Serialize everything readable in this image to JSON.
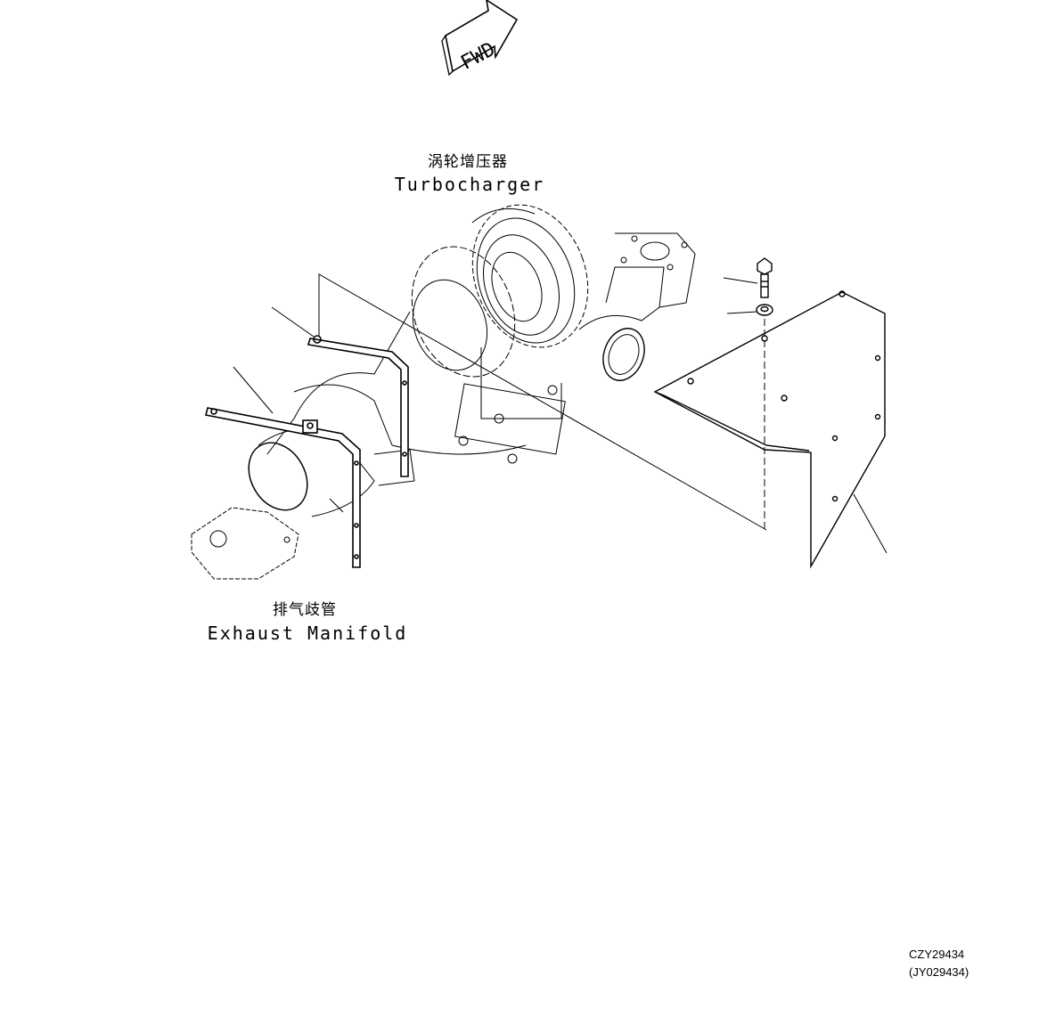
{
  "fwd_label": "FWD",
  "labels": {
    "turbocharger_cn": "涡轮增压器",
    "turbocharger_en": "Turbocharger",
    "exhaust_manifold_cn": "排气歧管",
    "exhaust_manifold_en": "Exhaust Manifold"
  },
  "drawing_code": {
    "primary": "CZY29434",
    "secondary": "(JY029434)"
  }
}
